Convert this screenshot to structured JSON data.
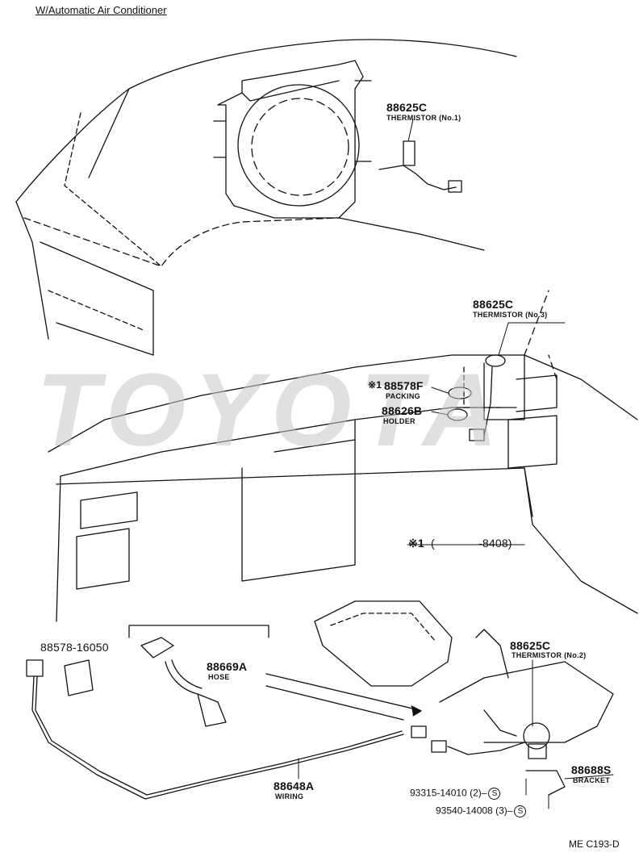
{
  "title": "W/Automatic Air Conditioner",
  "diagram_code": "ME C193-D",
  "watermark": "TOYOTA",
  "footnote": {
    "mark": "※1",
    "open": "(",
    "range": "-8408)"
  },
  "parts": [
    {
      "id": "thermistor_no1",
      "number": "88625C",
      "desc": "THERMISTOR (No.1)"
    },
    {
      "id": "thermistor_no3",
      "number": "88625C",
      "desc": "THERMISTOR (No.3)"
    },
    {
      "id": "packing",
      "mark": "※1",
      "number": "88578F",
      "desc": "PACKING"
    },
    {
      "id": "holder",
      "number": "88626B",
      "desc": "HOLDER"
    },
    {
      "id": "part_16050",
      "number": "88578-16050",
      "desc": ""
    },
    {
      "id": "hose",
      "number": "88669A",
      "desc": "HOSE"
    },
    {
      "id": "thermistor_no2",
      "number": "88625C",
      "desc": "THERMISTOR (No.2)"
    },
    {
      "id": "bracket",
      "number": "88688S",
      "desc": "BRACKET"
    },
    {
      "id": "wiring",
      "number": "88648A",
      "desc": "WIRING"
    },
    {
      "id": "screw1",
      "number": "93315-14010",
      "qty": "(2)",
      "sym": "S"
    },
    {
      "id": "screw2",
      "number": "93540-14008",
      "qty": "(3)",
      "sym": "S"
    }
  ],
  "colors": {
    "ink": "#111111",
    "watermark": "#c8c8c8",
    "background": "#ffffff"
  }
}
